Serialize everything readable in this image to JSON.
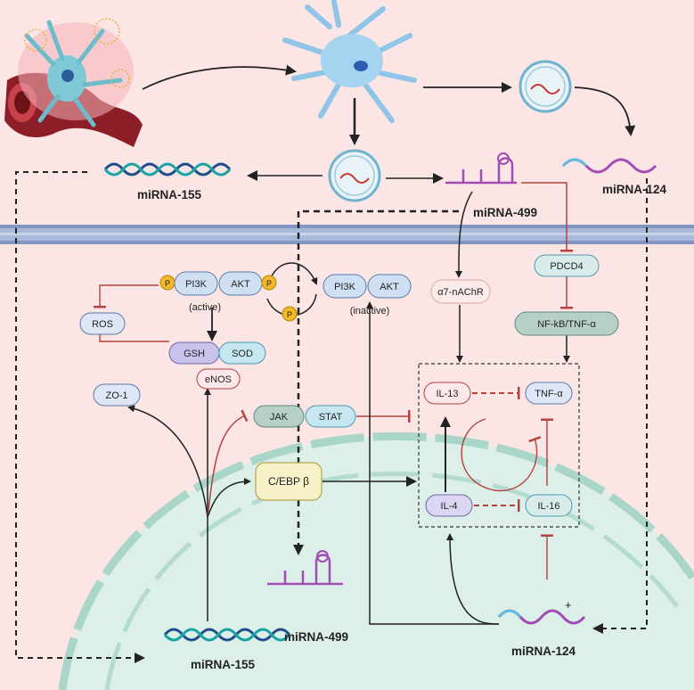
{
  "labels": {
    "mirna155_top": "miRNA-155",
    "mirna124_top": "miRNA-124",
    "mirna499_top": "miRNA-499",
    "mirna155_bottom": "miRNA-155",
    "mirna499_bottom": "miRNA-499",
    "mirna124_bottom": "miRNA-124",
    "active": "(active)",
    "inactive": "(inactive)",
    "plus": "+"
  },
  "nodes": {
    "pi3k_active": "PI3K",
    "akt_active": "AKT",
    "pi3k_inactive": "PI3K",
    "akt_inactive": "AKT",
    "phospho": "P",
    "ros": "ROS",
    "gsh": "GSH",
    "sod": "SOD",
    "enos": "eNOS",
    "zo1": "ZO-1",
    "jak": "JAK",
    "stat": "STAT",
    "cebpb": "C/EBP β",
    "a7nachr": "α7-nAChR",
    "pdcd4": "PDCD4",
    "nfkb": "NF-kB/TNF-α",
    "il13": "IL-13",
    "tnfa": "TNF-α",
    "il4": "IL-4",
    "il16": "IL-16"
  },
  "colors": {
    "background": "#fbe5e5",
    "membrane": "#a8b8d8",
    "nucleus": "#dcefe9",
    "nucleus_border": "#a9d6c8",
    "inhibit": "#b5423f",
    "activate": "#222222",
    "phospho": "#f2b829"
  }
}
